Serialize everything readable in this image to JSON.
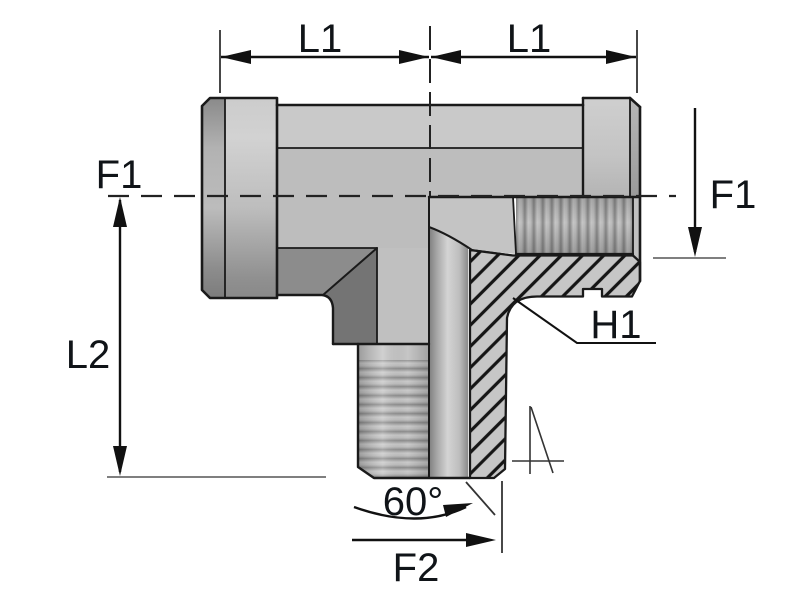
{
  "drawing": {
    "title": "tee-fitting-dimension-drawing",
    "labels": {
      "l1_left": "L1",
      "l1_right": "L1",
      "f1_left": "F1",
      "f1_right": "F1",
      "l2": "L2",
      "h1": "H1",
      "angle": "60°",
      "f2": "F2"
    },
    "colors": {
      "background": "#ffffff",
      "label_text": "#101418",
      "outline": "#1a1a1a",
      "body_light": "#c7c7c7",
      "body_mid": "#bdbdbd",
      "body_dark": "#757575",
      "hatch_line": "#151515"
    }
  }
}
